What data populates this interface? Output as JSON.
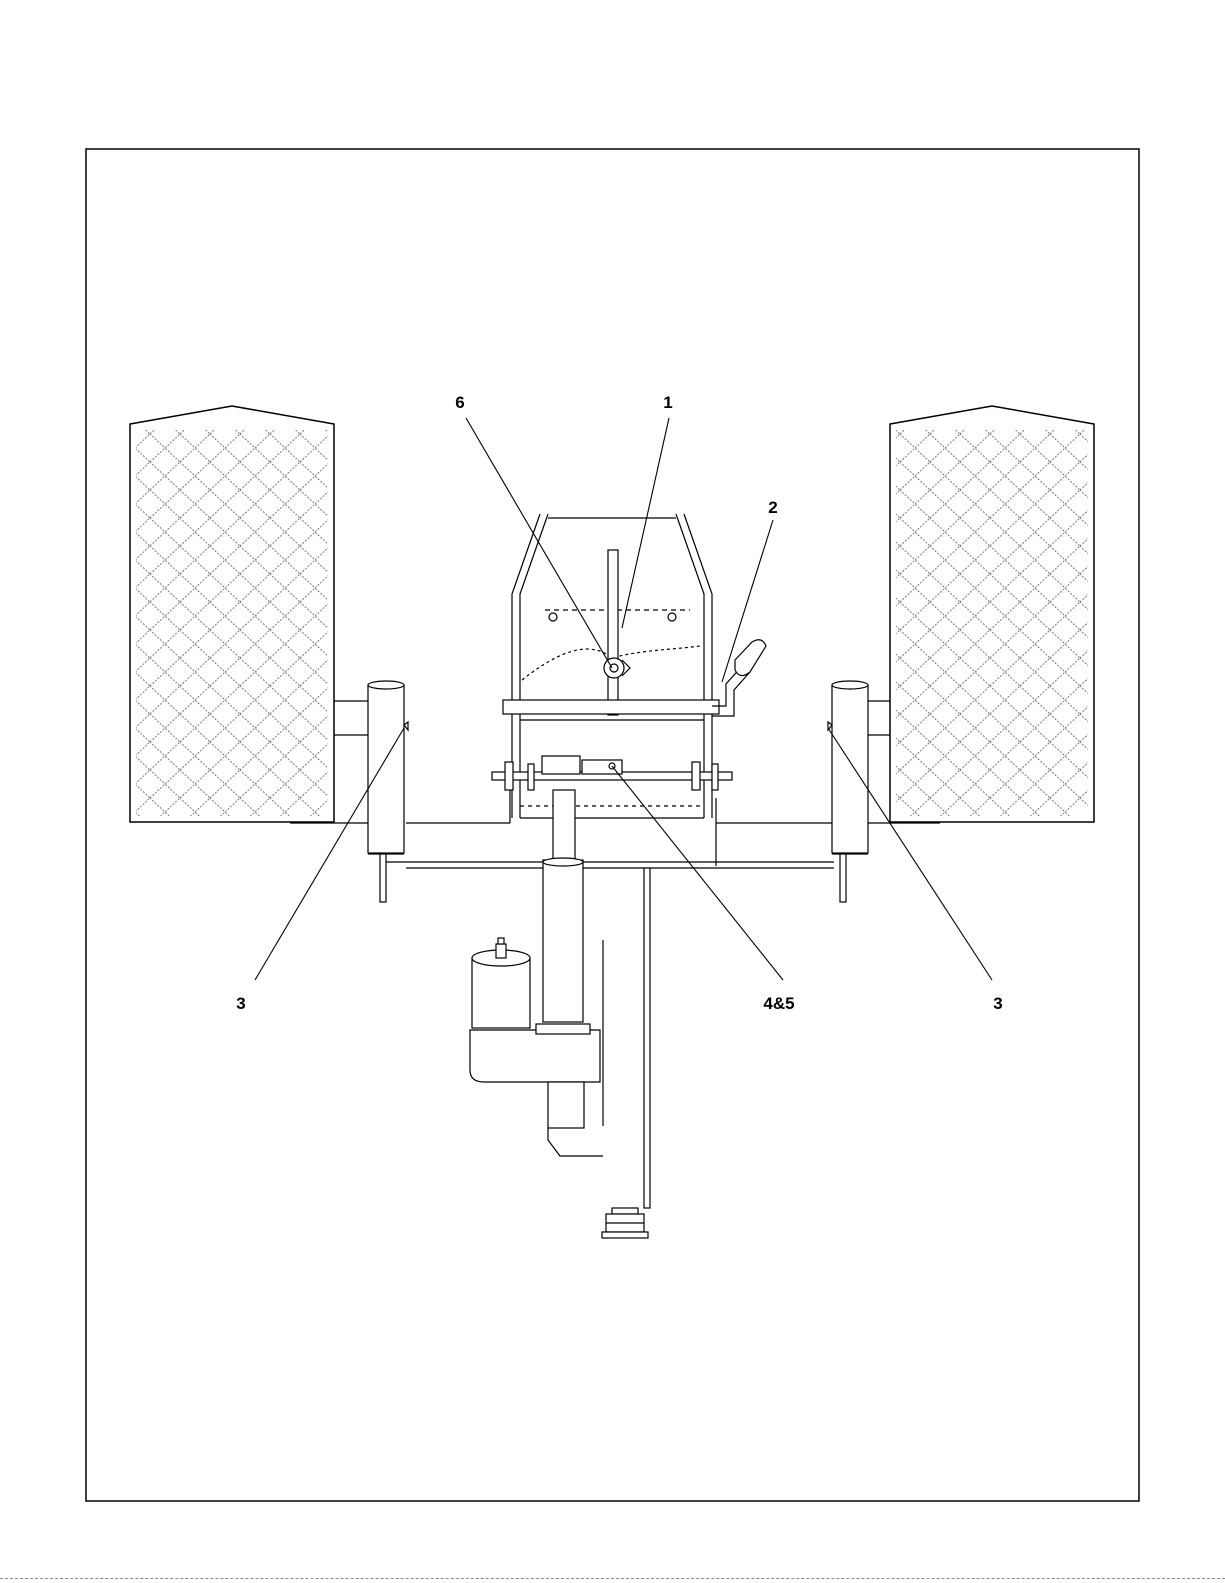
{
  "diagram": {
    "callouts": [
      {
        "id": "6",
        "label": "6"
      },
      {
        "id": "1",
        "label": "1"
      },
      {
        "id": "2",
        "label": "2"
      },
      {
        "id": "3-left",
        "label": "3"
      },
      {
        "id": "4-5",
        "label": "4&5"
      },
      {
        "id": "3-right",
        "label": "3"
      }
    ]
  }
}
